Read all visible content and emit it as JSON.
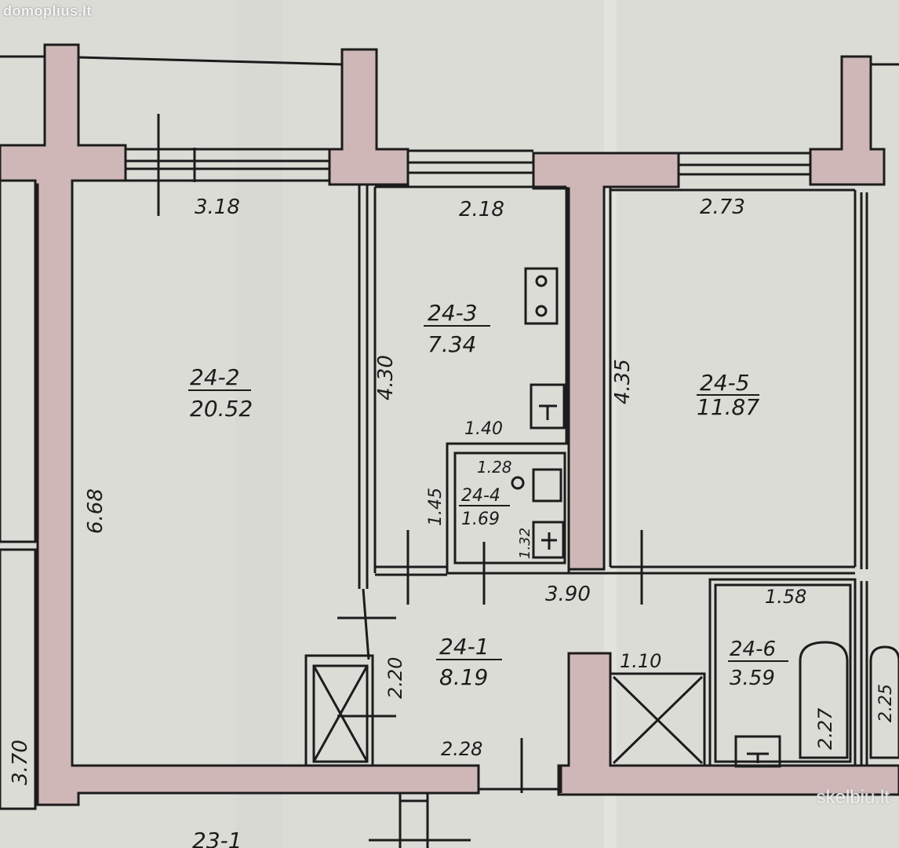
{
  "watermarks": {
    "top": "domoplius.lt",
    "bottom": "skelbiu.lt"
  },
  "colors": {
    "wall_fill": "#cfb7b8",
    "line": "#1c1c1c",
    "paper": "#dcdcd6"
  },
  "rooms": {
    "r242": {
      "id": "24-2",
      "area": "20.52",
      "width": "3.18",
      "length": "6.68"
    },
    "r243": {
      "id": "24-3",
      "area": "7.34",
      "width": "2.18",
      "length": "4.30"
    },
    "r245": {
      "id": "24-5",
      "area": "11.87",
      "width": "2.73",
      "length": "4.35"
    },
    "r244": {
      "id": "24-4",
      "area": "1.69",
      "width": "1.28",
      "length": "1.32",
      "ext_width": "1.40",
      "ext_length": "1.45"
    },
    "r241": {
      "id": "24-1",
      "area": "8.19",
      "width": "3.90",
      "length": "2.20",
      "lower_width": "2.28",
      "closet_width": "1.10"
    },
    "r246": {
      "id": "24-6",
      "area": "3.59",
      "width": "1.58",
      "bath": "2.27"
    }
  },
  "fragments": {
    "right_bath": "2.25",
    "left_dim": "3.70",
    "bottom_room": "23-1"
  }
}
